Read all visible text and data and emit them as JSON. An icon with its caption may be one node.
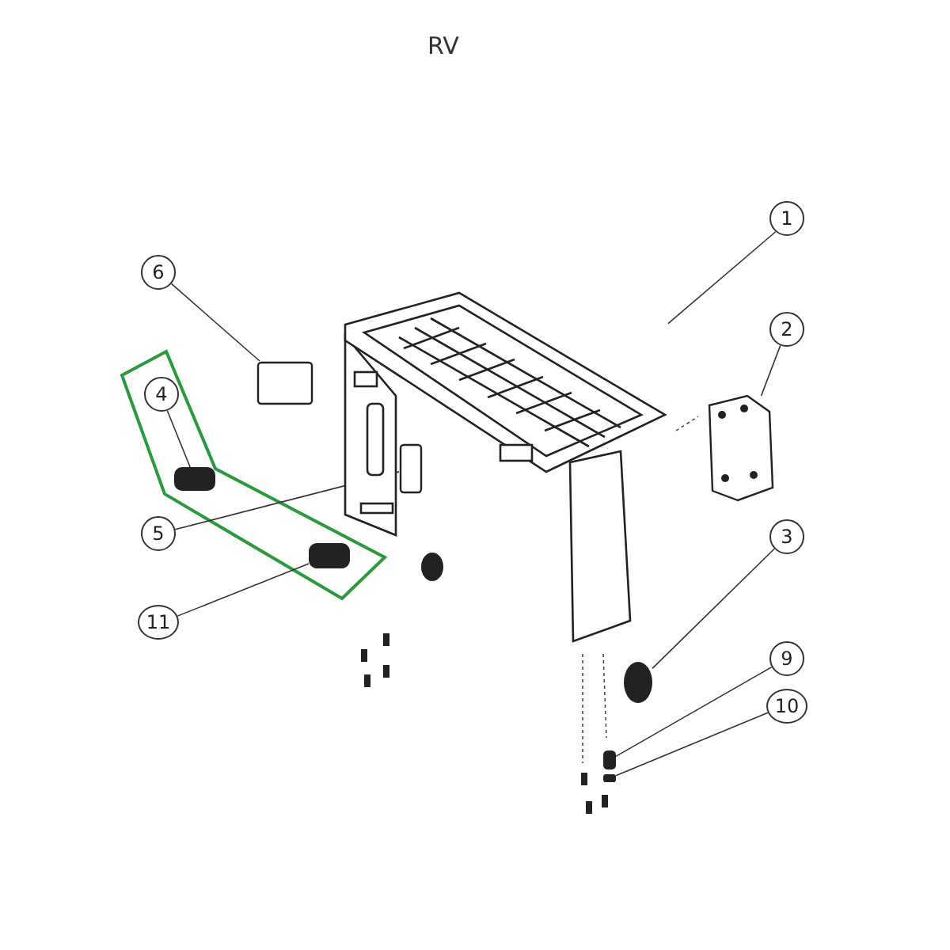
{
  "diagram": {
    "title": "RV",
    "nodes": [
      {
        "text": [
          "1"
        ]
      },
      {
        "text": [],
        "shape": "picture"
      },
      {
        "text": [
          "2"
        ]
      },
      {
        "text": [],
        "shape": "picture"
      },
      {
        "text": [
          "3"
        ]
      },
      {
        "text": [],
        "shape": "circle"
      },
      {
        "text": [
          "4"
        ]
      },
      {
        "text": [],
        "shape": "bar"
      },
      {
        "text": [
          "5"
        ]
      },
      {
        "text": [],
        "shape": "box"
      },
      {
        "text": [
          "6"
        ]
      },
      {
        "text": [],
        "shape": "box"
      },
      {
        "text": [
          "9"
        ]
      },
      {
        "text": [],
        "shape": "bar"
      },
      {
        "text": [
          "10"
        ]
      },
      {
        "text": [],
        "shape": "bar"
      },
      {
        "text": [
          "11"
        ]
      },
      {
        "text": [],
        "shape": "bar"
      }
    ],
    "edges": [
      {
        "from": 0,
        "to": 1,
        "arrow": "none"
      },
      {
        "from": 2,
        "to": 3,
        "arrow": "none"
      },
      {
        "from": 4,
        "to": 5,
        "arrow": "none"
      },
      {
        "from": 6,
        "to": 7,
        "arrow": "none"
      },
      {
        "from": 8,
        "to": 9,
        "arrow": "none"
      },
      {
        "from": 10,
        "to": 11,
        "arrow": "none"
      },
      {
        "from": 12,
        "to": 13,
        "arrow": "none"
      },
      {
        "from": 14,
        "to": 15,
        "arrow": "none"
      },
      {
        "from": 16,
        "to": 17,
        "arrow": "none"
      }
    ]
  }
}
